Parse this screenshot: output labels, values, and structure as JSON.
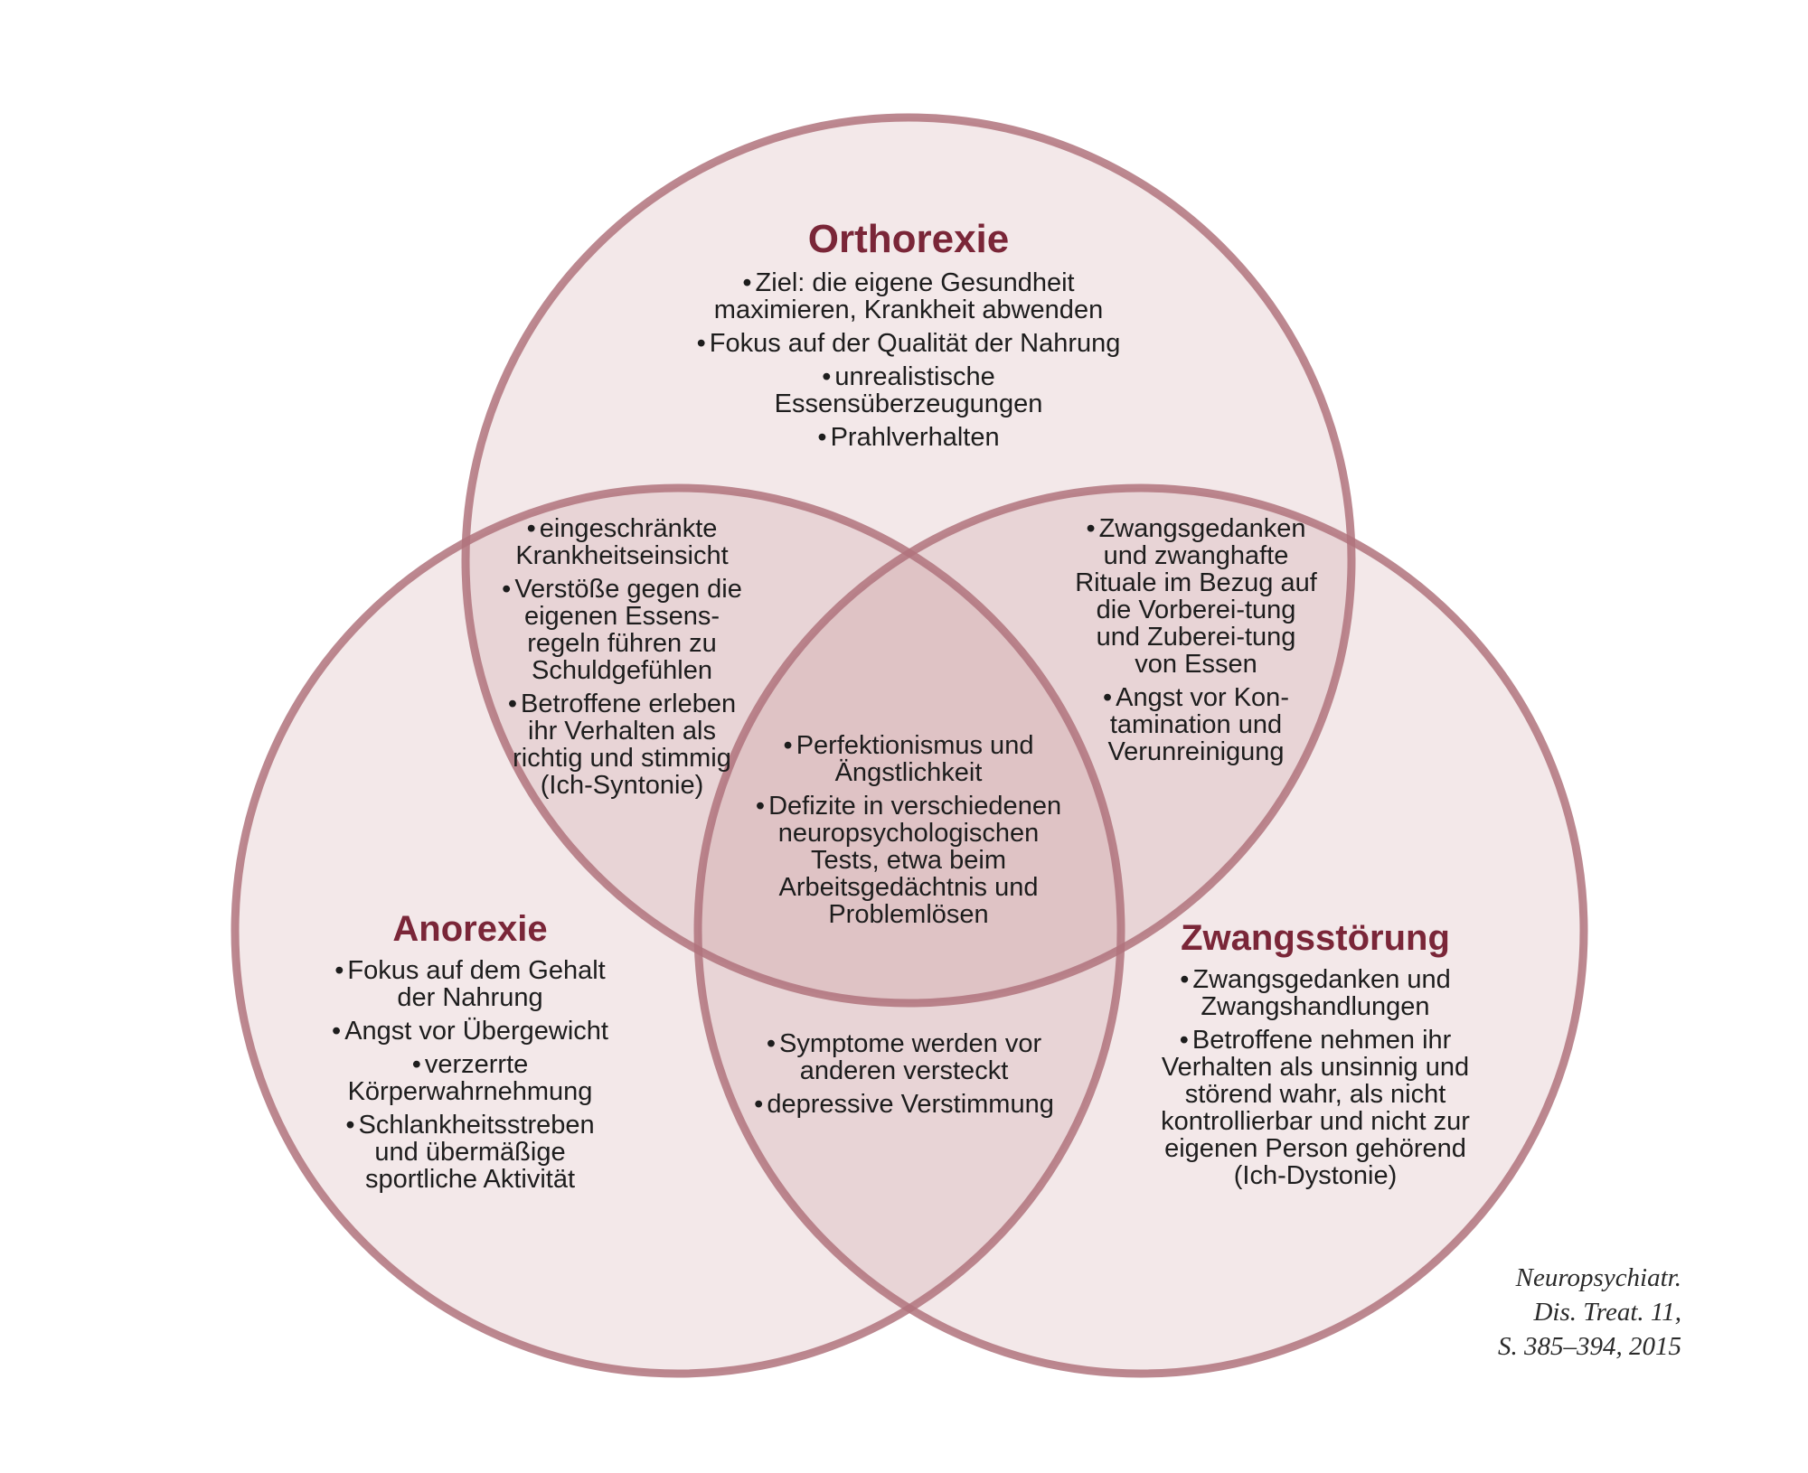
{
  "colors": {
    "circle_fill": "#a85a66",
    "circle_ring": "#b0737c",
    "title_color": "#7a2638"
  },
  "regions": {
    "orthorexie": {
      "title": "Orthorexie",
      "items": [
        "Ziel: die eigene Gesundheit maximieren, Krankheit abwenden",
        "Fokus auf der Qualität der Nahrung",
        "unrealistische Essensüberzeugungen",
        "Prahlverhalten"
      ]
    },
    "anorexie": {
      "title": "Anorexie",
      "items": [
        "Fokus auf dem Gehalt der Nahrung",
        "Angst vor Übergewicht",
        "verzerrte Körperwahrnehmung",
        "Schlankheitsstreben und übermäßige sportliche Aktivität"
      ]
    },
    "zwangsstoerung": {
      "title": "Zwangsstörung",
      "items": [
        "Zwangsgedanken und Zwangshandlungen",
        "Betroffene nehmen ihr Verhalten als unsinnig und störend wahr, als nicht kontrollierbar und nicht zur eigenen Person gehörend (Ich-Dystonie)"
      ]
    },
    "orthorexie_anorexie": {
      "items": [
        "eingeschränkte Krankheitseinsicht",
        "Verstöße gegen die eigenen Essens-regeln führen zu Schuldgefühlen",
        "Betroffene erleben ihr Verhalten als richtig und stimmig (Ich-Syntonie)"
      ]
    },
    "orthorexie_zwang": {
      "items": [
        "Zwangsgedanken und zwanghafte Rituale im Bezug auf die Vorberei-tung und Zuberei-tung von Essen",
        "Angst vor Kon-tamination und Verunreinigung"
      ]
    },
    "alle": {
      "items": [
        "Perfektionismus und Ängstlichkeit",
        "Defizite in verschiedenen neuropsychologischen Tests, etwa beim Arbeitsgedächtnis und Problemlösen"
      ]
    },
    "anorexie_zwang": {
      "items": [
        "Symptome werden vor anderen versteckt",
        "depressive Verstimmung"
      ]
    }
  },
  "citation": {
    "line1": "Neuropsychiatr.",
    "line2": "Dis. Treat. 11,",
    "line3": "S. 385–394, 2015"
  }
}
